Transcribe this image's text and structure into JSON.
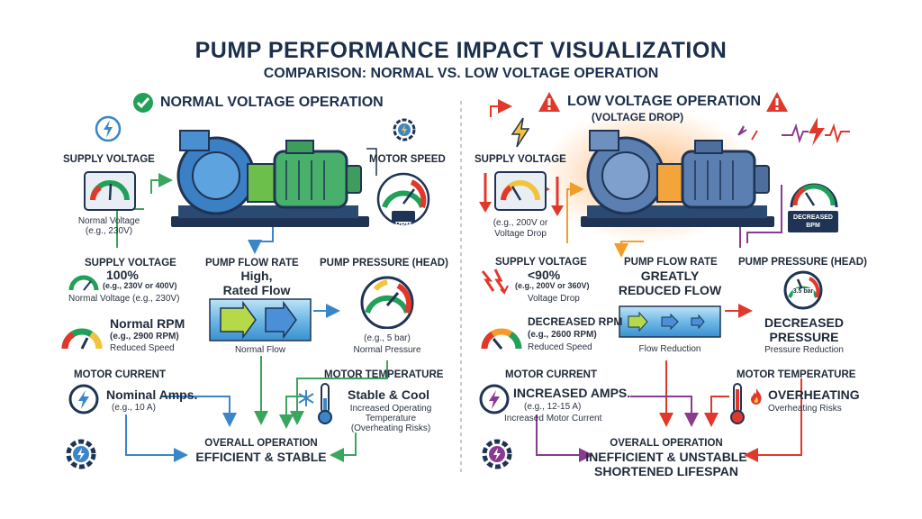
{
  "title": "PUMP PERFORMANCE IMPACT VISUALIZATION",
  "subtitle": "COMPARISON: NORMAL VS. LOW VOLTAGE OPERATION",
  "colors": {
    "navy": "#1b2f4d",
    "green": "#22a05a",
    "red": "#e0392b",
    "orange": "#f39c2a",
    "purple": "#8b3b8f",
    "blue": "#3a86c8"
  },
  "normal": {
    "header": "NORMAL VOLTAGE OPERATION",
    "supply_voltage_title": "SUPPLY VOLTAGE",
    "meter_caption_1": "Normal Voltage",
    "meter_caption_2": "(e.g., 230V)",
    "motor_speed_title": "MOTOR SPEED",
    "rpm_label": "RPM",
    "supply_title": "SUPPLY VOLTAGE",
    "supply_value": "100%",
    "supply_eg": "(e.g., 230V or 400V)",
    "supply_desc": "Normal Voltage (e.g., 230V)",
    "flow_title": "PUMP FLOW RATE",
    "flow_value_1": "High,",
    "flow_value_2": "Rated Flow",
    "flow_caption": "Normal Flow",
    "pressure_title": "PUMP PRESSURE (HEAD)",
    "pressure_eg": "(e.g., 5 bar)",
    "pressure_caption": "Normal Pressure",
    "rpm_title": "Normal RPM",
    "rpm_eg": "(e.g., 2900 RPM)",
    "rpm_desc": "Reduced Speed",
    "current_title": "MOTOR CURRENT",
    "current_value": "Nominal Amps.",
    "current_eg": "(e.g., 10 A)",
    "temp_title": "MOTOR TEMPERATURE",
    "temp_value": "Stable & Cool",
    "temp_desc_1": "Increased Operating",
    "temp_desc_2": "Temperature",
    "temp_desc_3": "(Overheating Risks)",
    "overall_title": "OVERALL OPERATION",
    "overall_value": "EFFICIENT & STABLE"
  },
  "low": {
    "header": "LOW VOLTAGE OPERATION",
    "header_sub": "(VOLTAGE DROP)",
    "supply_voltage_title": "SUPPLY VOLTAGE",
    "meter_caption_1": "(e.g., 200V or",
    "meter_caption_2": "Voltage Drop",
    "rpm_label_1": "DECREASED",
    "rpm_label_2": "BPM",
    "supply_title": "SUPPLY VOLTAGE",
    "supply_value": "<90%",
    "supply_eg": "(e.g., 200V or 360V)",
    "supply_desc": "Voltage Drop",
    "flow_title": "PUMP FLOW RATE",
    "flow_value_1": "GREATLY",
    "flow_value_2": "REDUCED FLOW",
    "flow_caption": "Flow Reduction",
    "pressure_title": "PUMP PRESSURE (HEAD)",
    "gauge_text": "3.5 bar",
    "pressure_value_1": "DECREASED",
    "pressure_value_2": "PRESSURE",
    "pressure_caption": "Pressure Reduction",
    "rpm_title": "DECREASED RPM",
    "rpm_eg": "(e.g., 2600 RPM)",
    "rpm_desc": "Reduced Speed",
    "current_title": "MOTOR CURRENT",
    "current_value": "INCREASED AMPS.",
    "current_eg": "(e.g., 12-15 A)",
    "current_desc": "Increased Motor Current",
    "temp_title": "MOTOR TEMPERATURE",
    "temp_value": "OVERHEATING",
    "temp_desc": "Overheating Risks",
    "overall_title": "OVERALL OPERATION",
    "overall_value_1": "INEFFICIENT & UNSTABLE",
    "overall_value_2": "SHORTENED LIFESPAN"
  }
}
